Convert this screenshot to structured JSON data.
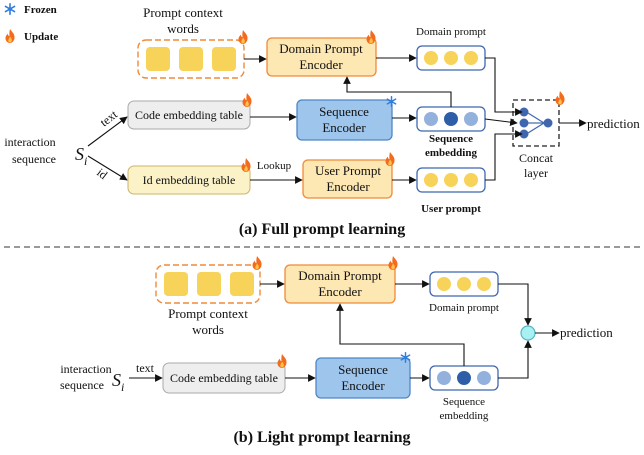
{
  "legend": {
    "frozen": "Frozen",
    "update": "Update"
  },
  "colors": {
    "prompt_fill": "#fde7b2",
    "prompt_stroke": "#f08a3a",
    "token_fill": "#f7d35a",
    "seq_encoder_fill": "#9ec5ec",
    "seq_encoder_stroke": "#4f87c9",
    "vector_stroke": "#3f67b0",
    "dot_light": "#93b1dd",
    "dot_dark": "#2f5ea8",
    "table_fill": "#eeeeee",
    "table_stroke": "#aaaaaa",
    "id_table_fill": "#fbf2c8",
    "id_table_stroke": "#c9b46a",
    "concat_dot": "#3f67b0",
    "add_fill": "#a9f0f2",
    "add_stroke": "#56b7c2",
    "frozen_icon": "#2f7de0",
    "update_icon": "#f36b1c"
  },
  "icons": {
    "frozen": "snowflake-icon",
    "update": "flame-icon"
  },
  "panel_a": {
    "prompt_context_words": "Prompt context words",
    "domain_prompt_encoder": "Domain Prompt Encoder",
    "domain_prompt": "Domain prompt",
    "code_embedding_table": "Code embedding table",
    "sequence_encoder": "Sequence Encoder",
    "sequence_embedding": "Sequence embedding",
    "interaction_sequence": "interaction sequence",
    "input_symbol": "S",
    "input_subscript": "i",
    "text_label": "text",
    "id_label": "id",
    "id_embedding_table": "Id embedding table",
    "lookup": "Lookup",
    "user_prompt_encoder": "User Prompt Encoder",
    "user_prompt": "User prompt",
    "concat_layer": "Concat layer",
    "prediction": "prediction",
    "caption": "(a) Full prompt learning"
  },
  "panel_b": {
    "prompt_context_words": "Prompt context words",
    "domain_prompt_encoder": "Domain Prompt Encoder",
    "domain_prompt": "Domain prompt",
    "interaction_sequence": "interaction sequence",
    "input_symbol": "S",
    "input_subscript": "i",
    "text_label": "text",
    "code_embedding_table": "Code embedding table",
    "sequence_encoder": "Sequence Encoder",
    "sequence_embedding": "Sequence embedding",
    "prediction": "prediction",
    "caption": "(b) Light prompt learning"
  }
}
